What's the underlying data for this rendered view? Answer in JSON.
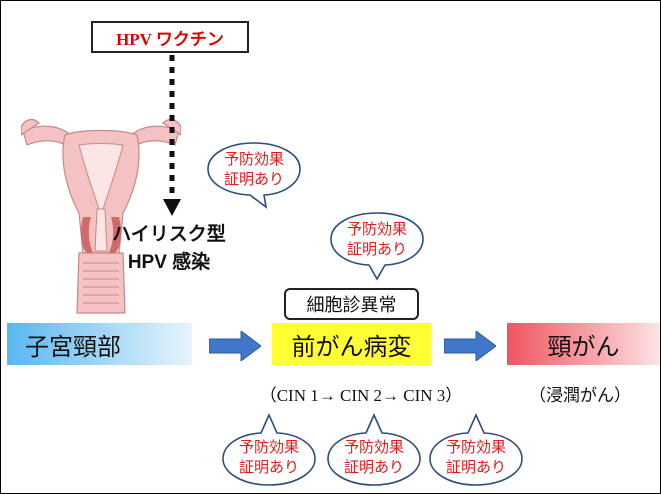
{
  "vaccine": {
    "label": "HPV ワクチン"
  },
  "infection": {
    "line1": "ハイリスク型",
    "line2": "HPV 感染"
  },
  "bubble": {
    "line1": "予防効果",
    "line2": "証明あり"
  },
  "cytology": {
    "label": "細胞診異常"
  },
  "stages": {
    "cervix": "子宮頸部",
    "precancer": "前がん病変",
    "cancer": "頸がん"
  },
  "cin": {
    "label": "（CIN 1→ CIN 2→ CIN 3）"
  },
  "invasive": {
    "label": "（浸潤がん）"
  },
  "colors": {
    "vaccine_text": "#e10000",
    "bubble_text": "#e31b1b",
    "bubble_border": "#2e4d7a",
    "arrow": "#3f78c8",
    "uterus": "#f3b8b8",
    "precancer": "#ffff33"
  },
  "icons": [
    "uterus-illustration",
    "dotted-arrow-icon",
    "speech-bubble-icon",
    "right-arrow-icon"
  ]
}
